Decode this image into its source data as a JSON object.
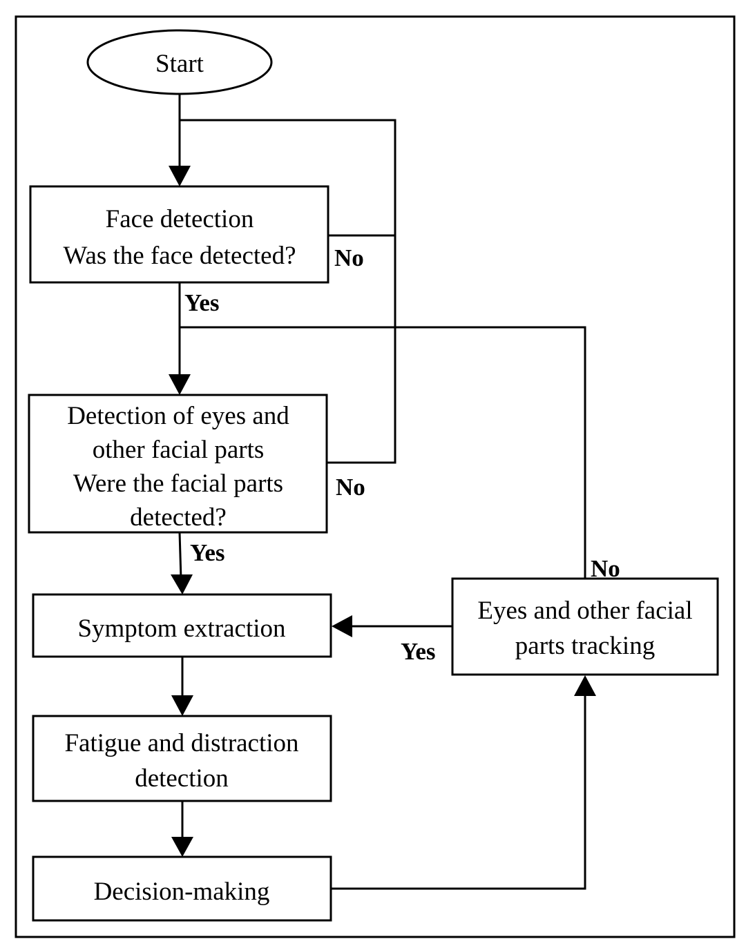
{
  "nodes": {
    "start": "Start",
    "face_detection": [
      "Face detection",
      "Was the face detected?"
    ],
    "facial_parts_detection": [
      "Detection of eyes and",
      "other facial parts",
      "Were the facial parts",
      "detected?"
    ],
    "symptom_extraction": "Symptom extraction",
    "fatigue_detection": [
      "Fatigue and distraction",
      "detection"
    ],
    "decision_making": "Decision-making",
    "tracking": [
      "Eyes and other facial",
      "parts tracking"
    ]
  },
  "edge_labels": {
    "face_no": "No",
    "face_yes": "Yes",
    "parts_no": "No",
    "parts_yes": "Yes",
    "tracking_no": "No",
    "tracking_yes": "Yes"
  },
  "colors": {
    "stroke": "#000000",
    "fill": "#ffffff",
    "text": "#000000"
  }
}
